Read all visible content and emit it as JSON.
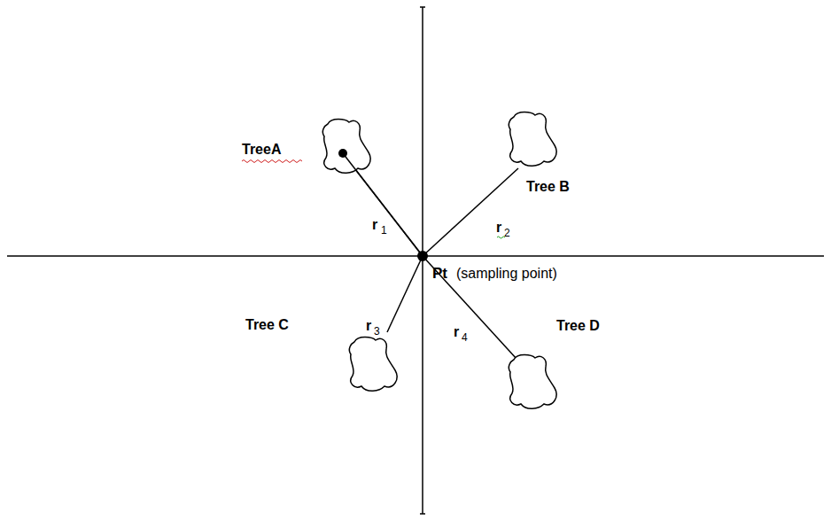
{
  "diagram": {
    "labels": [
      "TreeA",
      "Tree B",
      "r",
      "1",
      "r",
      "2",
      "Pt",
      "(sampling point)",
      "Tree C",
      "r",
      "3",
      "r",
      "4",
      "Tree D"
    ]
  }
}
